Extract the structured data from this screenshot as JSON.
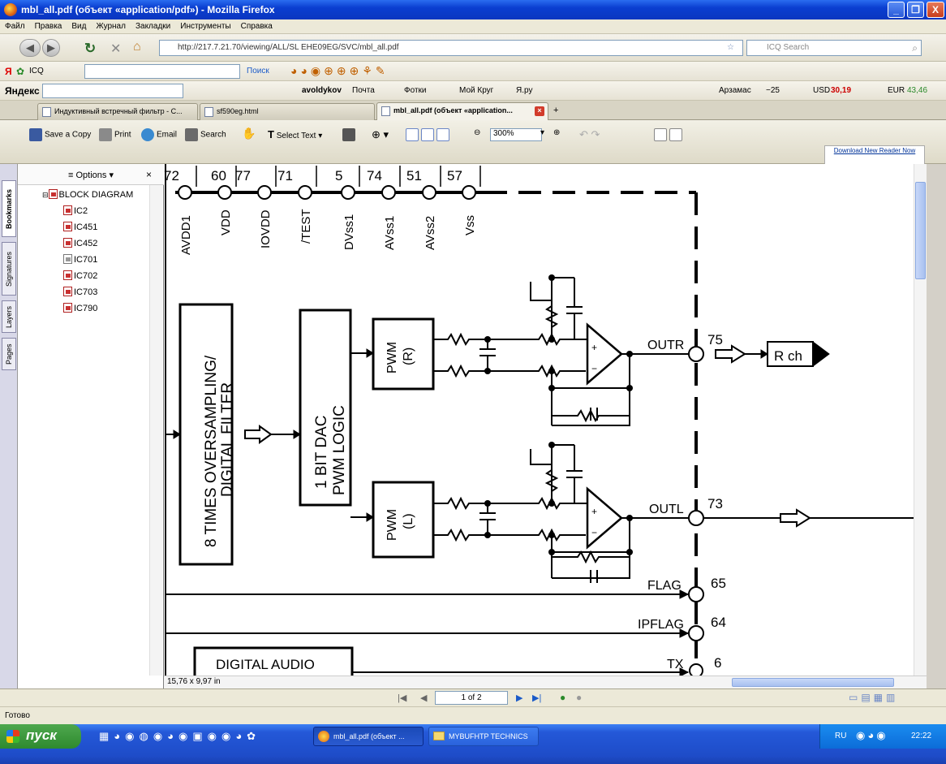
{
  "window": {
    "title": "mbl_all.pdf (объект «application/pdf») - Mozilla Firefox",
    "controls": [
      "_",
      "❐",
      "X"
    ]
  },
  "menubar": [
    "Файл",
    "Правка",
    "Вид",
    "Журнал",
    "Закладки",
    "Инструменты",
    "Справка"
  ],
  "navbar": {
    "url": "http://217.7.21.70/viewing/ALL/SL EHE09EG/SVC/mbl_all.pdf",
    "search_placeholder": "ICQ Search"
  },
  "yandex_toolbar_row1": {
    "icq_label": "ICQ",
    "search_label": "Поиск"
  },
  "yandex_toolbar_row2": {
    "brand": "Яндекс",
    "user": "avoldykov",
    "mail": "Почта",
    "photos": "Фотки",
    "mykrug": "Мой Круг",
    "yaru": "Я.ру",
    "weather": "Арзамас",
    "temp": "−25",
    "usd_label": "USD",
    "usd_value": "30,19",
    "eur_label": "EUR",
    "eur_value": "43,46"
  },
  "tabs": [
    {
      "label": "Индуктивный встречный фильтр - С..."
    },
    {
      "label": "sf590eg.html"
    },
    {
      "label": "mbl_all.pdf (объект «application..."
    }
  ],
  "reader_toolbar": {
    "save": "Save a Copy",
    "print": "Print",
    "email": "Email",
    "search": "Search",
    "select_text": "Select Text",
    "zoom": "300%",
    "download": "Download New Reader Now"
  },
  "side_tabs": [
    "Bookmarks",
    "Signatures",
    "Layers",
    "Pages"
  ],
  "bookmarks": {
    "options_label": "Options",
    "close": "×",
    "root": "BLOCK DIAGRAM",
    "items": [
      "IC2",
      "IC451",
      "IC452",
      "IC701",
      "IC702",
      "IC703",
      "IC790"
    ]
  },
  "diagram": {
    "pins_top": [
      "72",
      "60",
      "77",
      "71",
      "5",
      "74",
      "51",
      "57"
    ],
    "pin_names": [
      "AVDD1",
      "VDD",
      "IOVDD",
      "/TEST",
      "DVss1",
      "AVss1",
      "AVss2",
      "Vss"
    ],
    "block_oversampling": "8 TIMES OVERSAMPLING/ DIGITAL FILTER",
    "block_dac": "1 BIT DAC PWM LOGIC",
    "pwm_r": "PWM (R)",
    "pwm_l": "PWM (L)",
    "outr": "OUTR",
    "outr_pin": "75",
    "outl": "OUTL",
    "outl_pin": "73",
    "rch": "R ch",
    "flag": "FLAG",
    "flag_pin": "65",
    "ipflag": "IPFLAG",
    "ipflag_pin": "64",
    "tx": "TX",
    "tx_pin": "6",
    "digital_audio": "DIGITAL AUDIO"
  },
  "page_size": "15,76 x 9,97 in",
  "pager": {
    "current": "1 of 2"
  },
  "status": "Готово",
  "taskbar": {
    "start": "пуск",
    "items": [
      "mbl_all.pdf (объект ...",
      "MYBUFHTP TECHNICS"
    ],
    "lang": "RU",
    "time": "22:22"
  }
}
